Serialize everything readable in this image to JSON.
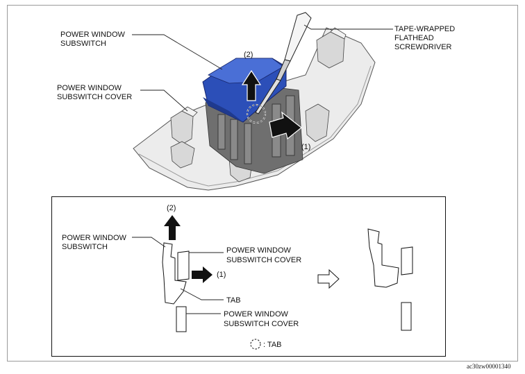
{
  "top_figure": {
    "labels": {
      "subswitch": [
        "POWER WINDOW",
        "SUBSWITCH"
      ],
      "subswitch_cover": [
        "POWER WINDOW",
        "SUBSWITCH COVER"
      ],
      "screwdriver": [
        "TAPE-WRAPPED",
        "FLATHEAD",
        "SCREWDRIVER"
      ],
      "step_1": "(1)",
      "step_2": "(2)"
    }
  },
  "detail_figure": {
    "labels": {
      "step_2": "(2)",
      "step_1": "(1)",
      "subswitch": [
        "POWER WINDOW",
        "SUBSWITCH"
      ],
      "cover_top": [
        "POWER WINDOW",
        "SUBSWITCH COVER"
      ],
      "tab": "TAB",
      "cover_bottom": [
        "POWER WINDOW",
        "SUBSWITCH COVER"
      ]
    },
    "legend": {
      "text": ": TAB",
      "symbol": "dashed-circle"
    }
  },
  "footer": {
    "code": "ac30zw00001340"
  },
  "colors": {
    "subswitch_blue": "#2c4fb8",
    "part_gray": "#7a7a7a",
    "cover_light": "#e8e8e8",
    "frame": "#9a9a9a"
  }
}
